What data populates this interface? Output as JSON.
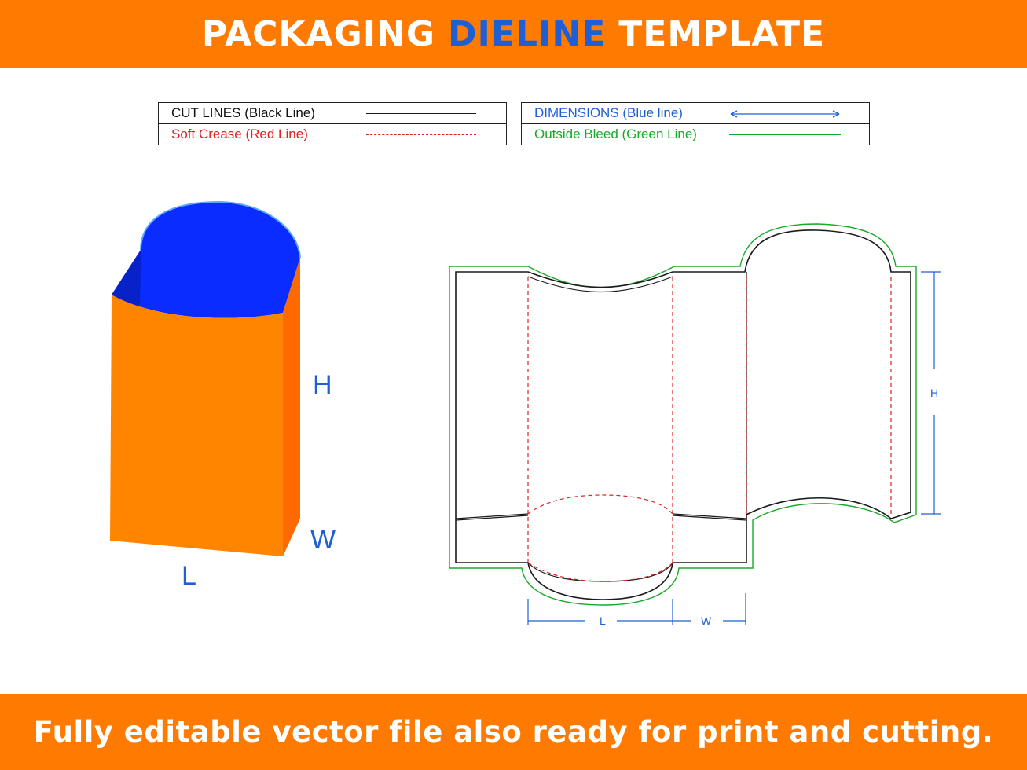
{
  "header": {
    "title_part1": "PACKAGING",
    "title_accent": "DIELINE",
    "title_part2": "TEMPLATE"
  },
  "legend": {
    "cut_lines": "CUT LINES (Black Line)",
    "soft_crease": "Soft Crease (Red Line)",
    "dimensions": "DIMENSIONS (Blue line)",
    "outside_bleed": "Outside Bleed (Green Line)"
  },
  "box_3d": {
    "label_h": "H",
    "label_w": "W",
    "label_l": "L"
  },
  "dieline": {
    "dim_h": "H",
    "dim_l": "L",
    "dim_w": "W"
  },
  "footer": {
    "text": "Fully editable vector file also ready for print and cutting."
  },
  "colors": {
    "orange": "#ff7a00",
    "orange_side": "#ff6a00",
    "blue_accent": "#1f5fd6",
    "box_blue": "#0a2cff",
    "cut": "#1a1a1a",
    "crease": "#e02020",
    "dimension": "#1f5fd6",
    "bleed": "#1aa82a"
  }
}
